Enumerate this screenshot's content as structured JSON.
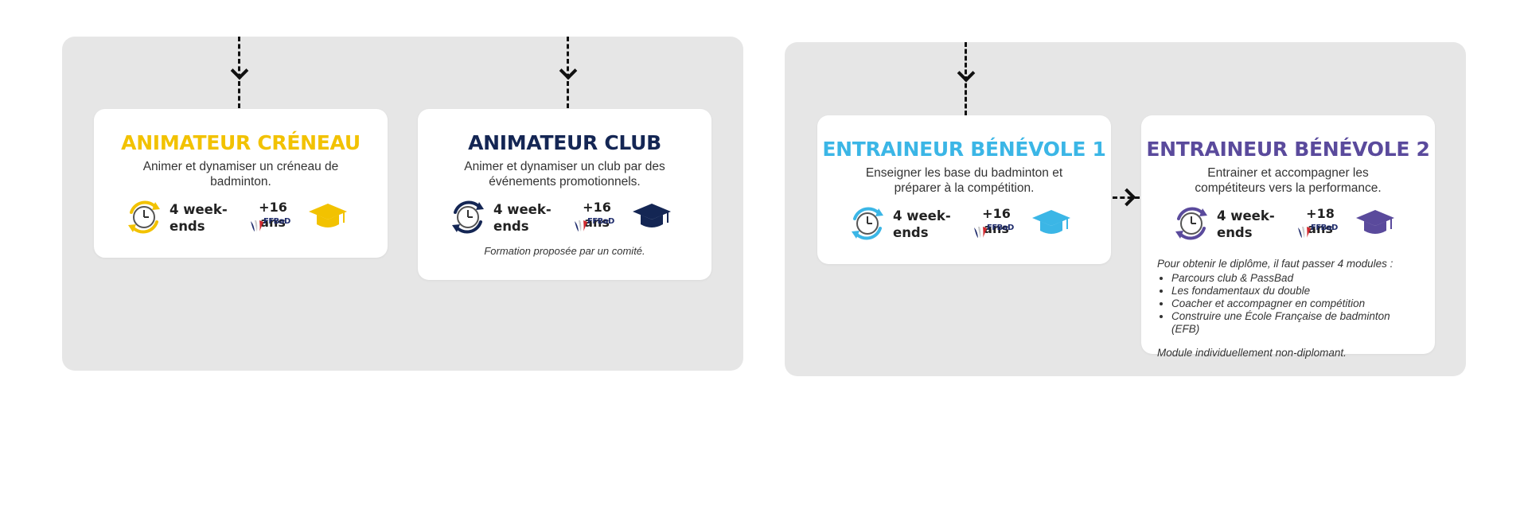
{
  "panels": [
    "left",
    "right"
  ],
  "cards": {
    "animateur_creneau": {
      "title": "ANIMATEUR CRÉNEAU",
      "description": "Animer et dynamiser un créneau de badminton.",
      "duration": "4 week-ends",
      "age": "+16 ans",
      "logo": "FFBaD",
      "icons": [
        "clock-icon",
        "graduation-cap-icon"
      ],
      "color": "#f2c200"
    },
    "animateur_club": {
      "title": "ANIMATEUR CLUB",
      "description": "Animer et dynamiser un club par des événements promotionnels.",
      "duration": "4 week-ends",
      "age": "+16 ans",
      "logo": "FFBaD",
      "note": "Formation proposée par un comité.",
      "icons": [
        "clock-icon",
        "graduation-cap-icon"
      ],
      "color": "#142654"
    },
    "entraineur_benevole_1": {
      "title": "ENTRAINEUR BÉNÉVOLE 1",
      "description": "Enseigner les base du badminton et préparer à la compétition.",
      "duration": "4 week-ends",
      "age": "+16 ans",
      "logo": "FFBaD",
      "icons": [
        "clock-icon",
        "graduation-cap-icon"
      ],
      "color": "#3bb6e6"
    },
    "entraineur_benevole_2": {
      "title": "ENTRAINEUR BÉNÉVOLE 2",
      "description": "Entrainer et accompagner les compétiteurs vers la performance.",
      "duration": "4 week-ends",
      "age": "+18 ans",
      "logo": "FFBaD",
      "icons": [
        "clock-icon",
        "graduation-cap-icon"
      ],
      "prerequisite_intro": "Pour obtenir le diplôme, il faut passer 4 modules :",
      "modules": [
        "Parcours club & PassBad",
        "Les fondamentaux du double",
        "Coacher et accompagner en compétition",
        "Construire une École Française de badminton (EFB)"
      ],
      "footnote": "Module individuellement non-diplomant.",
      "color": "#5a4a9c"
    }
  }
}
